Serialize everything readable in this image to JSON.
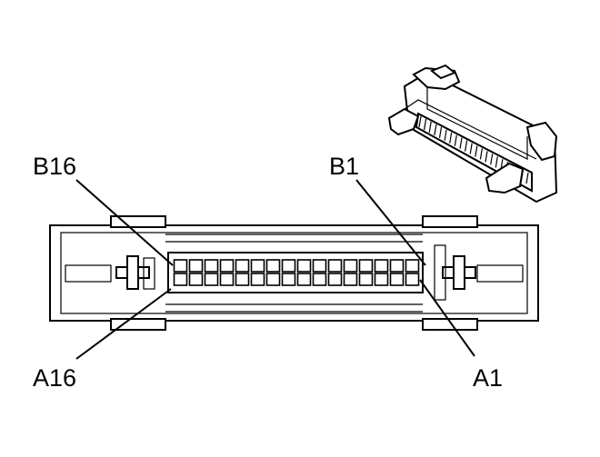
{
  "pin_labels": {
    "top_left": "B16",
    "top_right": "B1",
    "bottom_left": "A16",
    "bottom_right": "A1"
  },
  "connector": {
    "pins_per_row": 16,
    "rows": [
      "A",
      "B"
    ]
  }
}
